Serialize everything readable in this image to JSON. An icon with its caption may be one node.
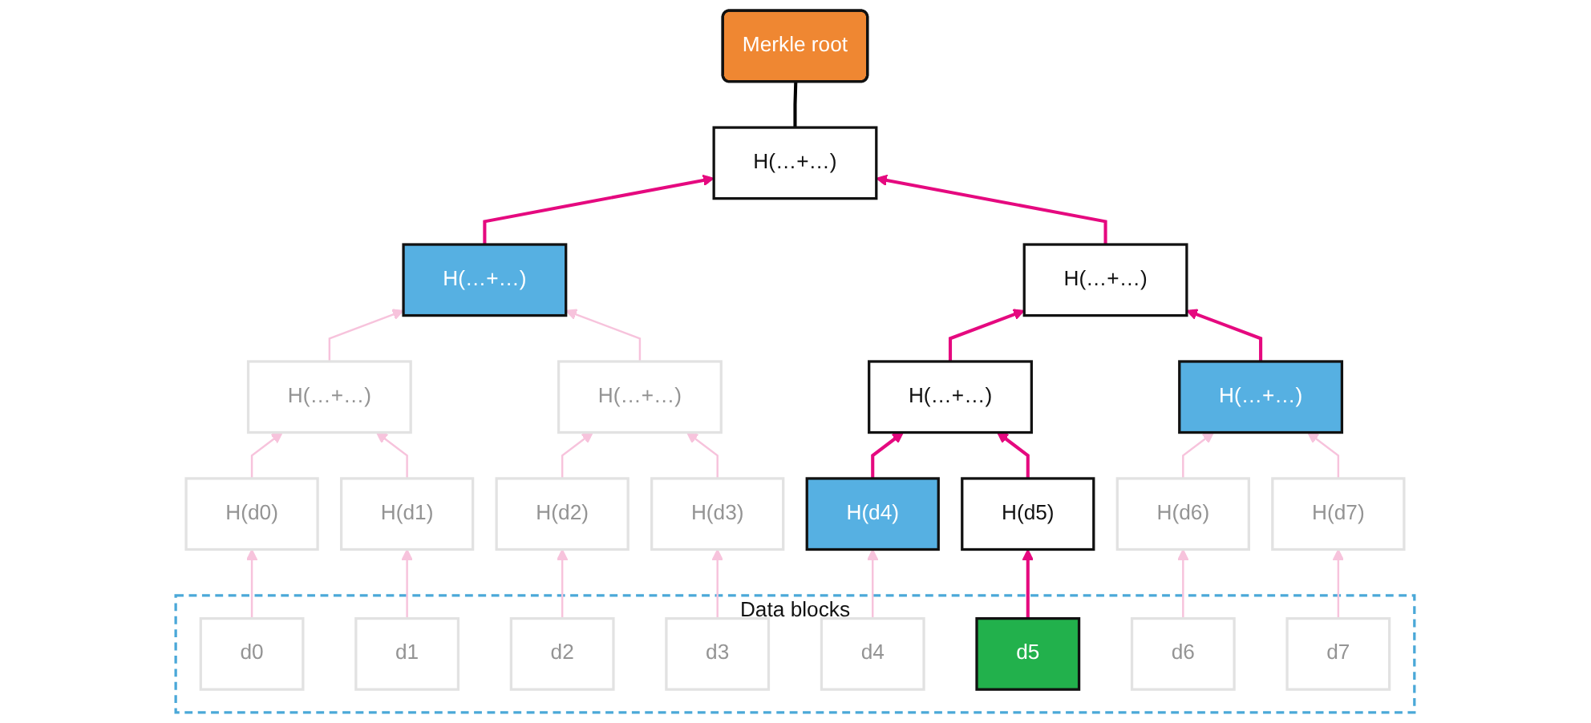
{
  "diagram": {
    "nodes": [
      {
        "text": [
          "Merkle root"
        ]
      },
      {
        "text": [
          "H(…+…)"
        ]
      },
      {
        "text": [
          "H(…+…)"
        ]
      },
      {
        "text": [
          "H(…+…)"
        ]
      },
      {
        "text": [
          "H(…+…)"
        ]
      },
      {
        "text": [
          "H(…+…)"
        ]
      },
      {
        "text": [
          "H(…+…)"
        ]
      },
      {
        "text": [
          "H(…+…)"
        ]
      },
      {
        "text": [
          "H(d0)"
        ]
      },
      {
        "text": [
          "H(d1)"
        ]
      },
      {
        "text": [
          "H(d2)"
        ]
      },
      {
        "text": [
          "H(d3)"
        ]
      },
      {
        "text": [
          "H(d4)"
        ]
      },
      {
        "text": [
          "H(d5)"
        ]
      },
      {
        "text": [
          "H(d6)"
        ]
      },
      {
        "text": [
          "H(d7)"
        ]
      },
      {
        "text": [
          "Data blocks"
        ]
      },
      {
        "text": [
          "d0"
        ],
        "in": 16
      },
      {
        "text": [
          "d1"
        ],
        "in": 16
      },
      {
        "text": [
          "d2"
        ],
        "in": 16
      },
      {
        "text": [
          "d3"
        ],
        "in": 16
      },
      {
        "text": [
          "d4"
        ],
        "in": 16
      },
      {
        "text": [
          "d5"
        ],
        "in": 16
      },
      {
        "text": [
          "d6"
        ],
        "in": 16
      },
      {
        "text": [
          "d7"
        ],
        "in": 16
      }
    ],
    "edges": [
      {
        "from": 17,
        "to": 8,
        "arrow": "to"
      },
      {
        "from": 18,
        "to": 9,
        "arrow": "to"
      },
      {
        "from": 19,
        "to": 10,
        "arrow": "to"
      },
      {
        "from": 20,
        "to": 11,
        "arrow": "to"
      },
      {
        "from": 21,
        "to": 12,
        "arrow": "to"
      },
      {
        "from": 22,
        "to": 13,
        "arrow": "to",
        "color": "#e5097f"
      },
      {
        "from": 23,
        "to": 14,
        "arrow": "to"
      },
      {
        "from": 24,
        "to": 15,
        "arrow": "to"
      },
      {
        "from": 8,
        "to": 4,
        "arrow": "to"
      },
      {
        "from": 9,
        "to": 4,
        "arrow": "to"
      },
      {
        "from": 10,
        "to": 5,
        "arrow": "to"
      },
      {
        "from": 11,
        "to": 5,
        "arrow": "to"
      },
      {
        "from": 12,
        "to": 6,
        "arrow": "to",
        "color": "#e5097f"
      },
      {
        "from": 13,
        "to": 6,
        "arrow": "to",
        "color": "#e5097f"
      },
      {
        "from": 14,
        "to": 7,
        "arrow": "to"
      },
      {
        "from": 15,
        "to": 7,
        "arrow": "to"
      },
      {
        "from": 4,
        "to": 2,
        "arrow": "to"
      },
      {
        "from": 5,
        "to": 2,
        "arrow": "to"
      },
      {
        "from": 6,
        "to": 3,
        "arrow": "to",
        "color": "#e5097f"
      },
      {
        "from": 7,
        "to": 3,
        "arrow": "to",
        "color": "#e5097f"
      },
      {
        "from": 2,
        "to": 1,
        "arrow": "to",
        "color": "#e5097f"
      },
      {
        "from": 3,
        "to": 1,
        "arrow": "to",
        "color": "#e5097f"
      },
      {
        "from": 1,
        "to": 0,
        "arrow": "none",
        "color": "#000000"
      }
    ]
  }
}
